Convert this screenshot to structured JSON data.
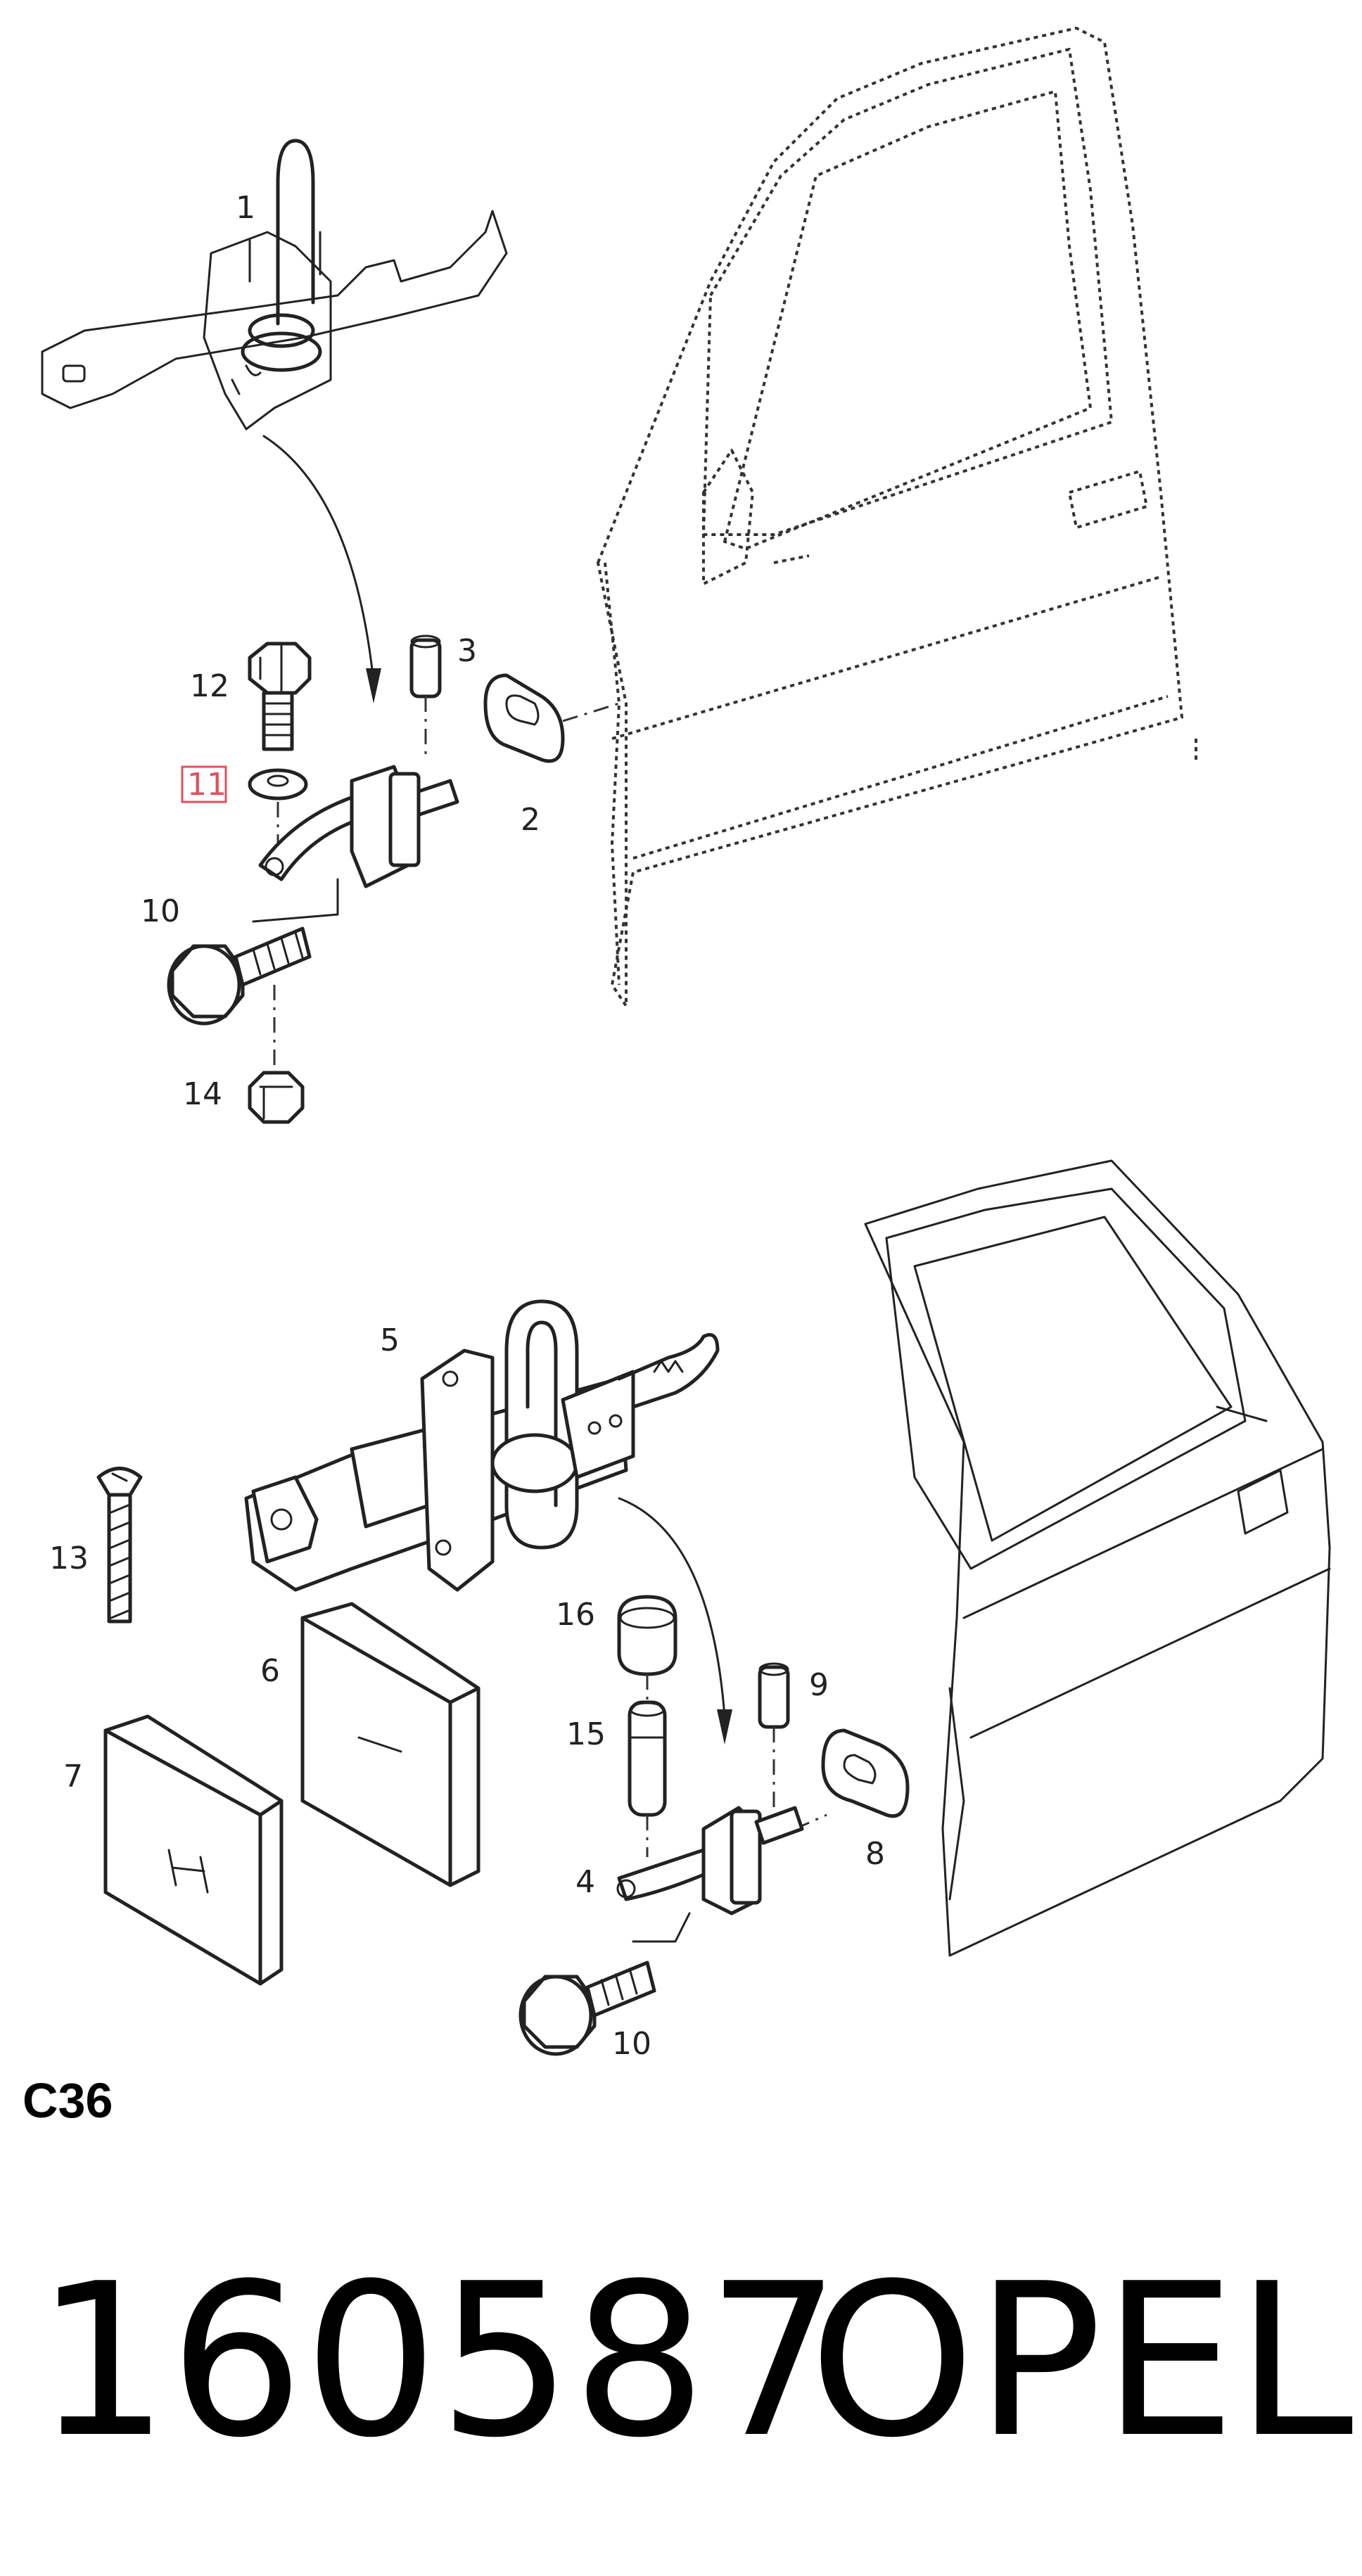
{
  "diagram": {
    "callouts": {
      "p1": "1",
      "p2": "2",
      "p3": "3",
      "p4": "4",
      "p5": "5",
      "p6": "6",
      "p7": "7",
      "p8": "8",
      "p9": "9",
      "p10_front": "10",
      "p10_rear": "10",
      "p11": "11",
      "p12": "12",
      "p13": "13",
      "p14": "14",
      "p15": "15",
      "p16": "16"
    },
    "highlighted_callout": "11",
    "page_code": "C36",
    "footer": {
      "part_number": "160587",
      "brand": "OPEL"
    }
  },
  "colors": {
    "line": "#222222",
    "highlight": "#e05060",
    "background": "#ffffff"
  }
}
